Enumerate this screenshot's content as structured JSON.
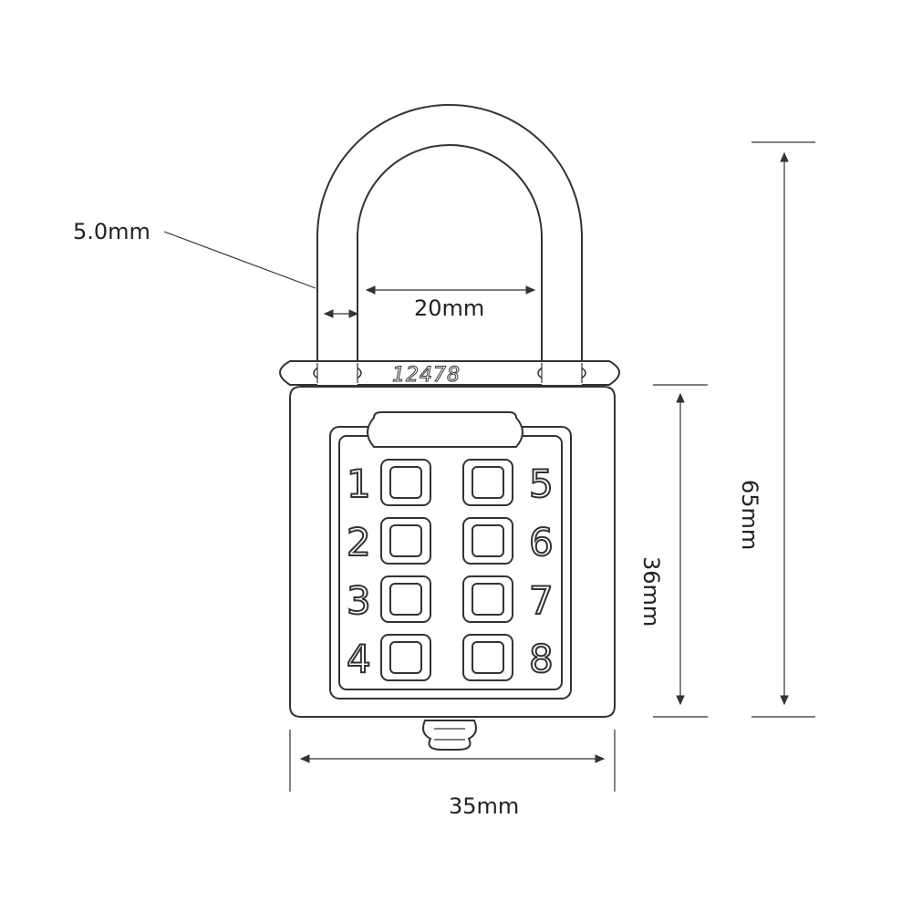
{
  "dimensions": {
    "shackle_diameter": "5.0mm",
    "shackle_inner_width": "20mm",
    "body_width": "35mm",
    "body_height": "36mm",
    "total_height": "65mm"
  },
  "lock": {
    "code": "12478",
    "left_keys": [
      "1",
      "2",
      "3",
      "4"
    ],
    "right_keys": [
      "5",
      "6",
      "7",
      "8"
    ]
  }
}
